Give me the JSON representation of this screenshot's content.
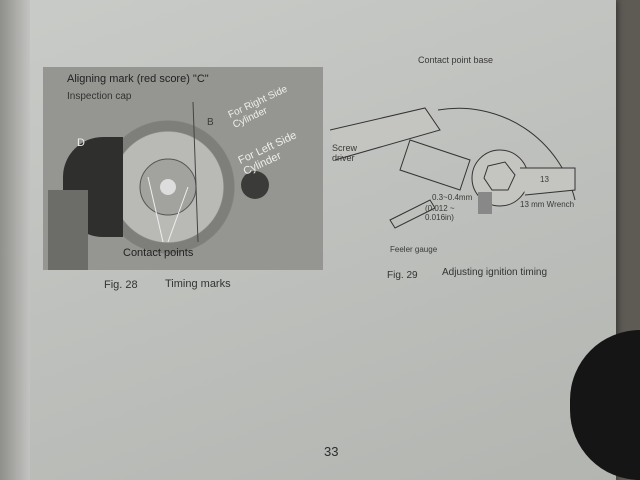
{
  "fig28": {
    "labels": {
      "aligning_mark": "Aligning mark (red score) \"C\"",
      "inspection": "Inspection cap",
      "right_side": "For Right Side Cylinder",
      "left_side": "For Left Side Cylinder",
      "d_mark": "D",
      "b_mark": "B",
      "contact_points": "Contact points"
    },
    "caption_number": "Fig. 28",
    "caption_title": "Timing marks"
  },
  "fig29": {
    "labels": {
      "contact_point_base": "Contact point base",
      "screw_driver": "Screw driver",
      "gap_mm": "0.3~0.4mm",
      "gap_in": "(0.012 ~ 0.016in)",
      "wrench": "13 mm Wrench",
      "wrench_mark": "13",
      "feeler_gauge": "Feeler gauge"
    },
    "caption_number": "Fig. 29",
    "caption_title": "Adjusting ignition timing"
  },
  "page_number": "33"
}
